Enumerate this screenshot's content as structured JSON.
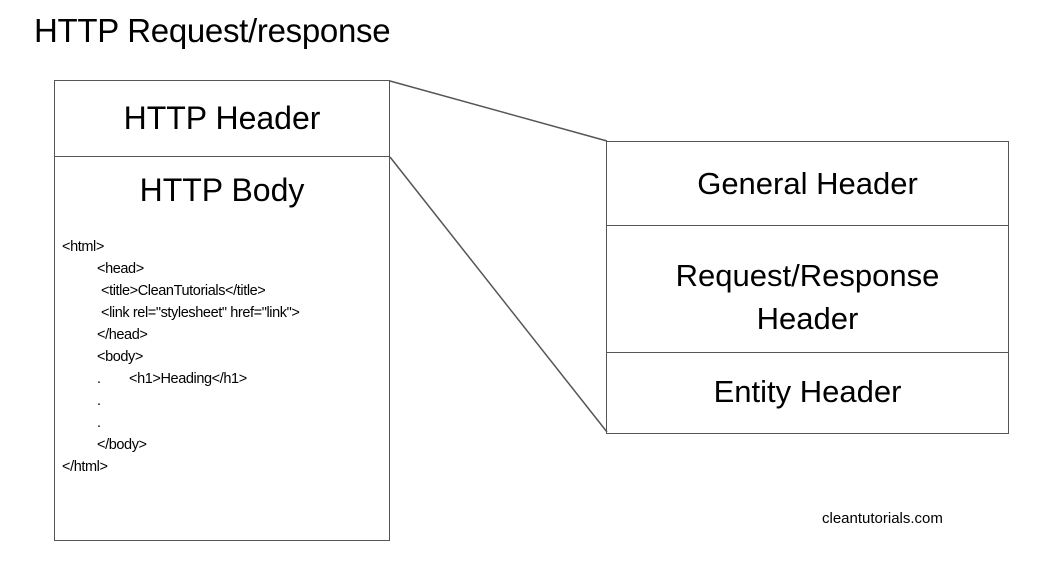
{
  "title": "HTTP Request/response",
  "message": {
    "header_label": "HTTP Header",
    "body_label": "HTTP Body",
    "code_lines": [
      "<html>",
      "<head>",
      "<title>CleanTutorials</title>",
      "<link rel=\"stylesheet\" href=\"link\">",
      "</head>",
      "<body>",
      ".",
      "<h1>Heading</h1>",
      ".",
      ".",
      "</body>",
      "</html>"
    ]
  },
  "header_breakdown": {
    "general": "General Header",
    "request_response_line1": "Request/Response",
    "request_response_line2": "Header",
    "entity": "Entity Header"
  },
  "credit": "cleantutorials.com",
  "colors": {
    "line": "#555555",
    "text": "#000000",
    "background": "#ffffff"
  }
}
